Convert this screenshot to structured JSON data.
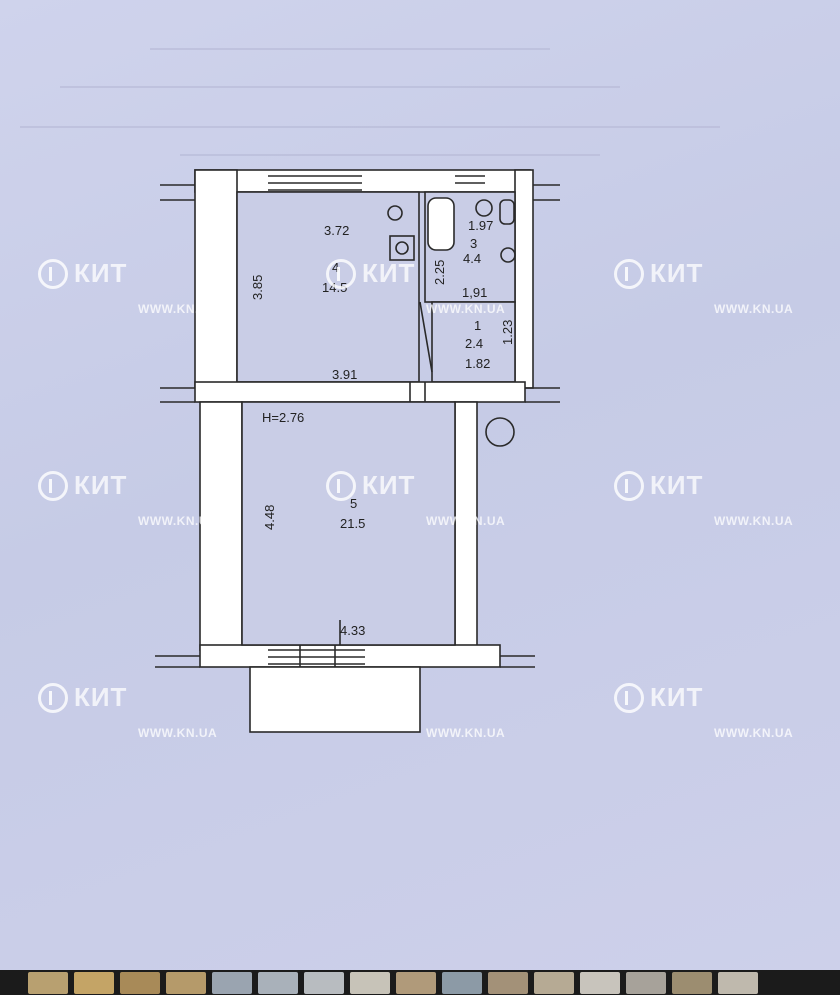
{
  "floor_plan": {
    "height_label": "H=2.76",
    "rooms": [
      {
        "number": "4",
        "area": "14.5",
        "dim_top": "3.72",
        "dim_side": "3.85",
        "dim_bottom": "3.91"
      },
      {
        "number": "3",
        "area": "4.4",
        "dim_top": "1.97",
        "dim_side": "2.25",
        "dim_bottom": "1,91"
      },
      {
        "number": "1",
        "area": "2.4",
        "dim_side": "1.23",
        "dim_bottom": "1.82"
      },
      {
        "number": "5",
        "area": "21.5",
        "dim_side": "4.48",
        "dim_bottom": "4.33"
      }
    ]
  },
  "watermark": {
    "brand": "КИТ",
    "url": "WWW.KN.UA"
  },
  "colors": {
    "paper": "#c9cde6",
    "ink": "#2a2a2a",
    "wall_fill": "#ffffff"
  }
}
